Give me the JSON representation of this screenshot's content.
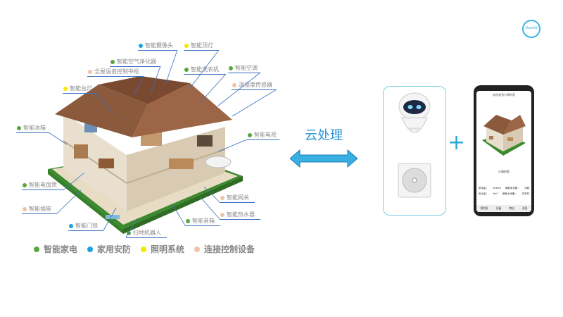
{
  "brand": {
    "logo_text": "Gowild",
    "color": "#3fb7e0"
  },
  "callouts": [
    {
      "id": "camera",
      "label": "智能摄像头",
      "dot": "#1aa3e0"
    },
    {
      "id": "ceiling-light",
      "label": "智能顶灯",
      "dot": "#f5e800"
    },
    {
      "id": "air-purifier",
      "label": "智能空气净化器",
      "dot": "#5aa53a"
    },
    {
      "id": "washer",
      "label": "智能洗衣机",
      "dot": "#5aa53a"
    },
    {
      "id": "ac",
      "label": "智能空调",
      "dot": "#5aa53a"
    },
    {
      "id": "voice-center",
      "label": "全屋语音控制中枢",
      "dot": "#f2c2a5"
    },
    {
      "id": "temp-sensor",
      "label": "温湿度传感器",
      "dot": "#f2c2a5"
    },
    {
      "id": "desk-lamp",
      "label": "智能台灯",
      "dot": "#f5e800"
    },
    {
      "id": "fridge",
      "label": "智能冰箱",
      "dot": "#5aa53a"
    },
    {
      "id": "tv",
      "label": "智能电视",
      "dot": "#5aa53a"
    },
    {
      "id": "rice-cooker",
      "label": "智能电饭煲",
      "dot": "#5aa53a"
    },
    {
      "id": "socket",
      "label": "智能插座",
      "dot": "#f2c2a5"
    },
    {
      "id": "gateway",
      "label": "智能网关",
      "dot": "#f2c2a5"
    },
    {
      "id": "water-heater",
      "label": "智能热水器",
      "dot": "#f2c2a5"
    },
    {
      "id": "door-lock",
      "label": "智能门锁",
      "dot": "#1aa3e0"
    },
    {
      "id": "speaker",
      "label": "智能音箱",
      "dot": "#5aa53a"
    },
    {
      "id": "vacuum",
      "label": "扫地机器人",
      "dot": "#5aa53a"
    }
  ],
  "legend": [
    {
      "label": "智能家电",
      "color": "#5aa53a"
    },
    {
      "label": "家用安防",
      "color": "#1aa3e0"
    },
    {
      "label": "照明系统",
      "color": "#f5e800"
    },
    {
      "label": "连接控制设备",
      "color": "#f2c2a5"
    }
  ],
  "cloud_label": "云处理",
  "plus_sign": "+",
  "phone": {
    "app_title": "欢迎来到小萌的家",
    "house_caption": "小萌的家",
    "stats": [
      [
        "用电量：",
        "50Kwh",
        "最耗电设备：",
        "冰箱"
      ],
      [
        "用水量：",
        "6m³",
        "最耗水设备：",
        "洗衣机"
      ]
    ],
    "nav": [
      "我的家",
      "设备",
      "商店",
      "消息"
    ]
  }
}
